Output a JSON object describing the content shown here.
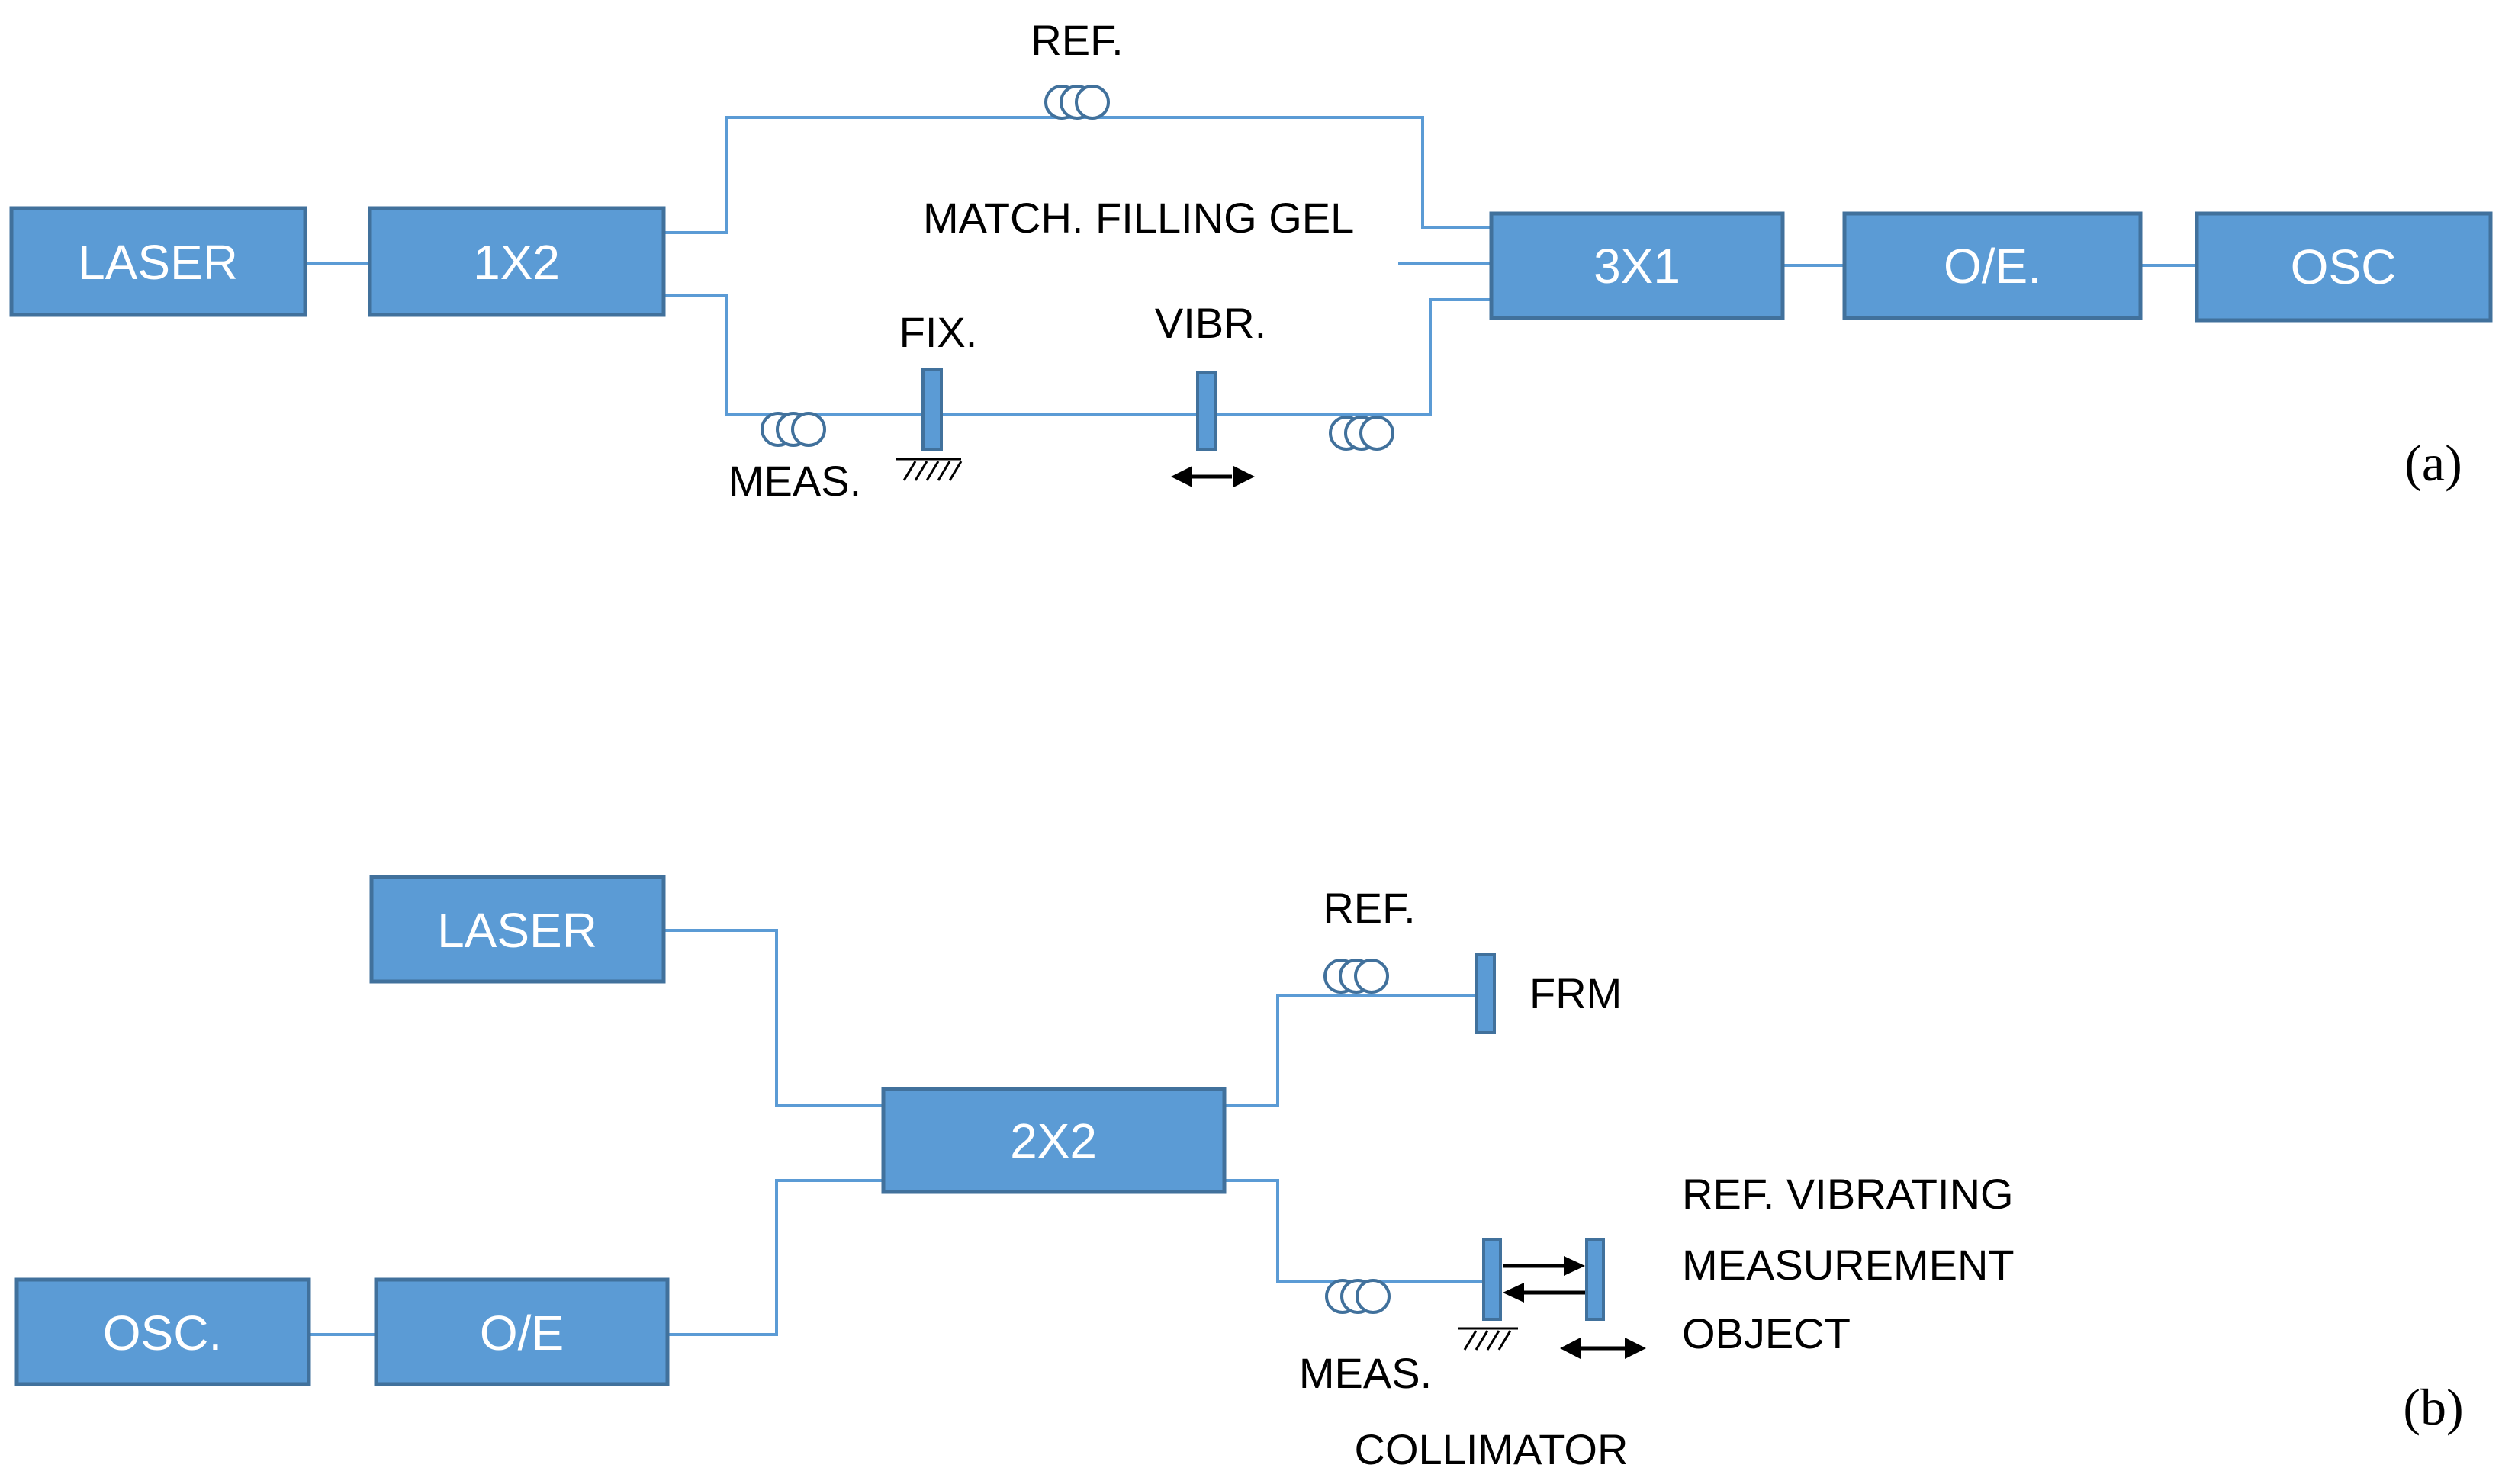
{
  "panel_a": {
    "boxes": {
      "laser": "LASER",
      "splitter": "1X2",
      "combiner": "3X1",
      "detector": "O/E.",
      "oscilloscope": "OSC"
    },
    "labels": {
      "ref": "REF.",
      "gel": "MATCH. FILLING GEL",
      "fix": "FIX.",
      "vibr": "VIBR.",
      "meas": "MEAS."
    },
    "panel_label": "(a)"
  },
  "panel_b": {
    "boxes": {
      "laser": "LASER",
      "coupler": "2X2",
      "oscilloscope": "OSC.",
      "detector": "O/E"
    },
    "labels": {
      "ref": "REF.",
      "frm": "FRM",
      "object_line1": "REF. VIBRATING",
      "object_line2": "MEASUREMENT",
      "object_line3": "OBJECT",
      "meas": "MEAS.",
      "collimator": "COLLIMATOR"
    },
    "panel_label": "(b)"
  }
}
